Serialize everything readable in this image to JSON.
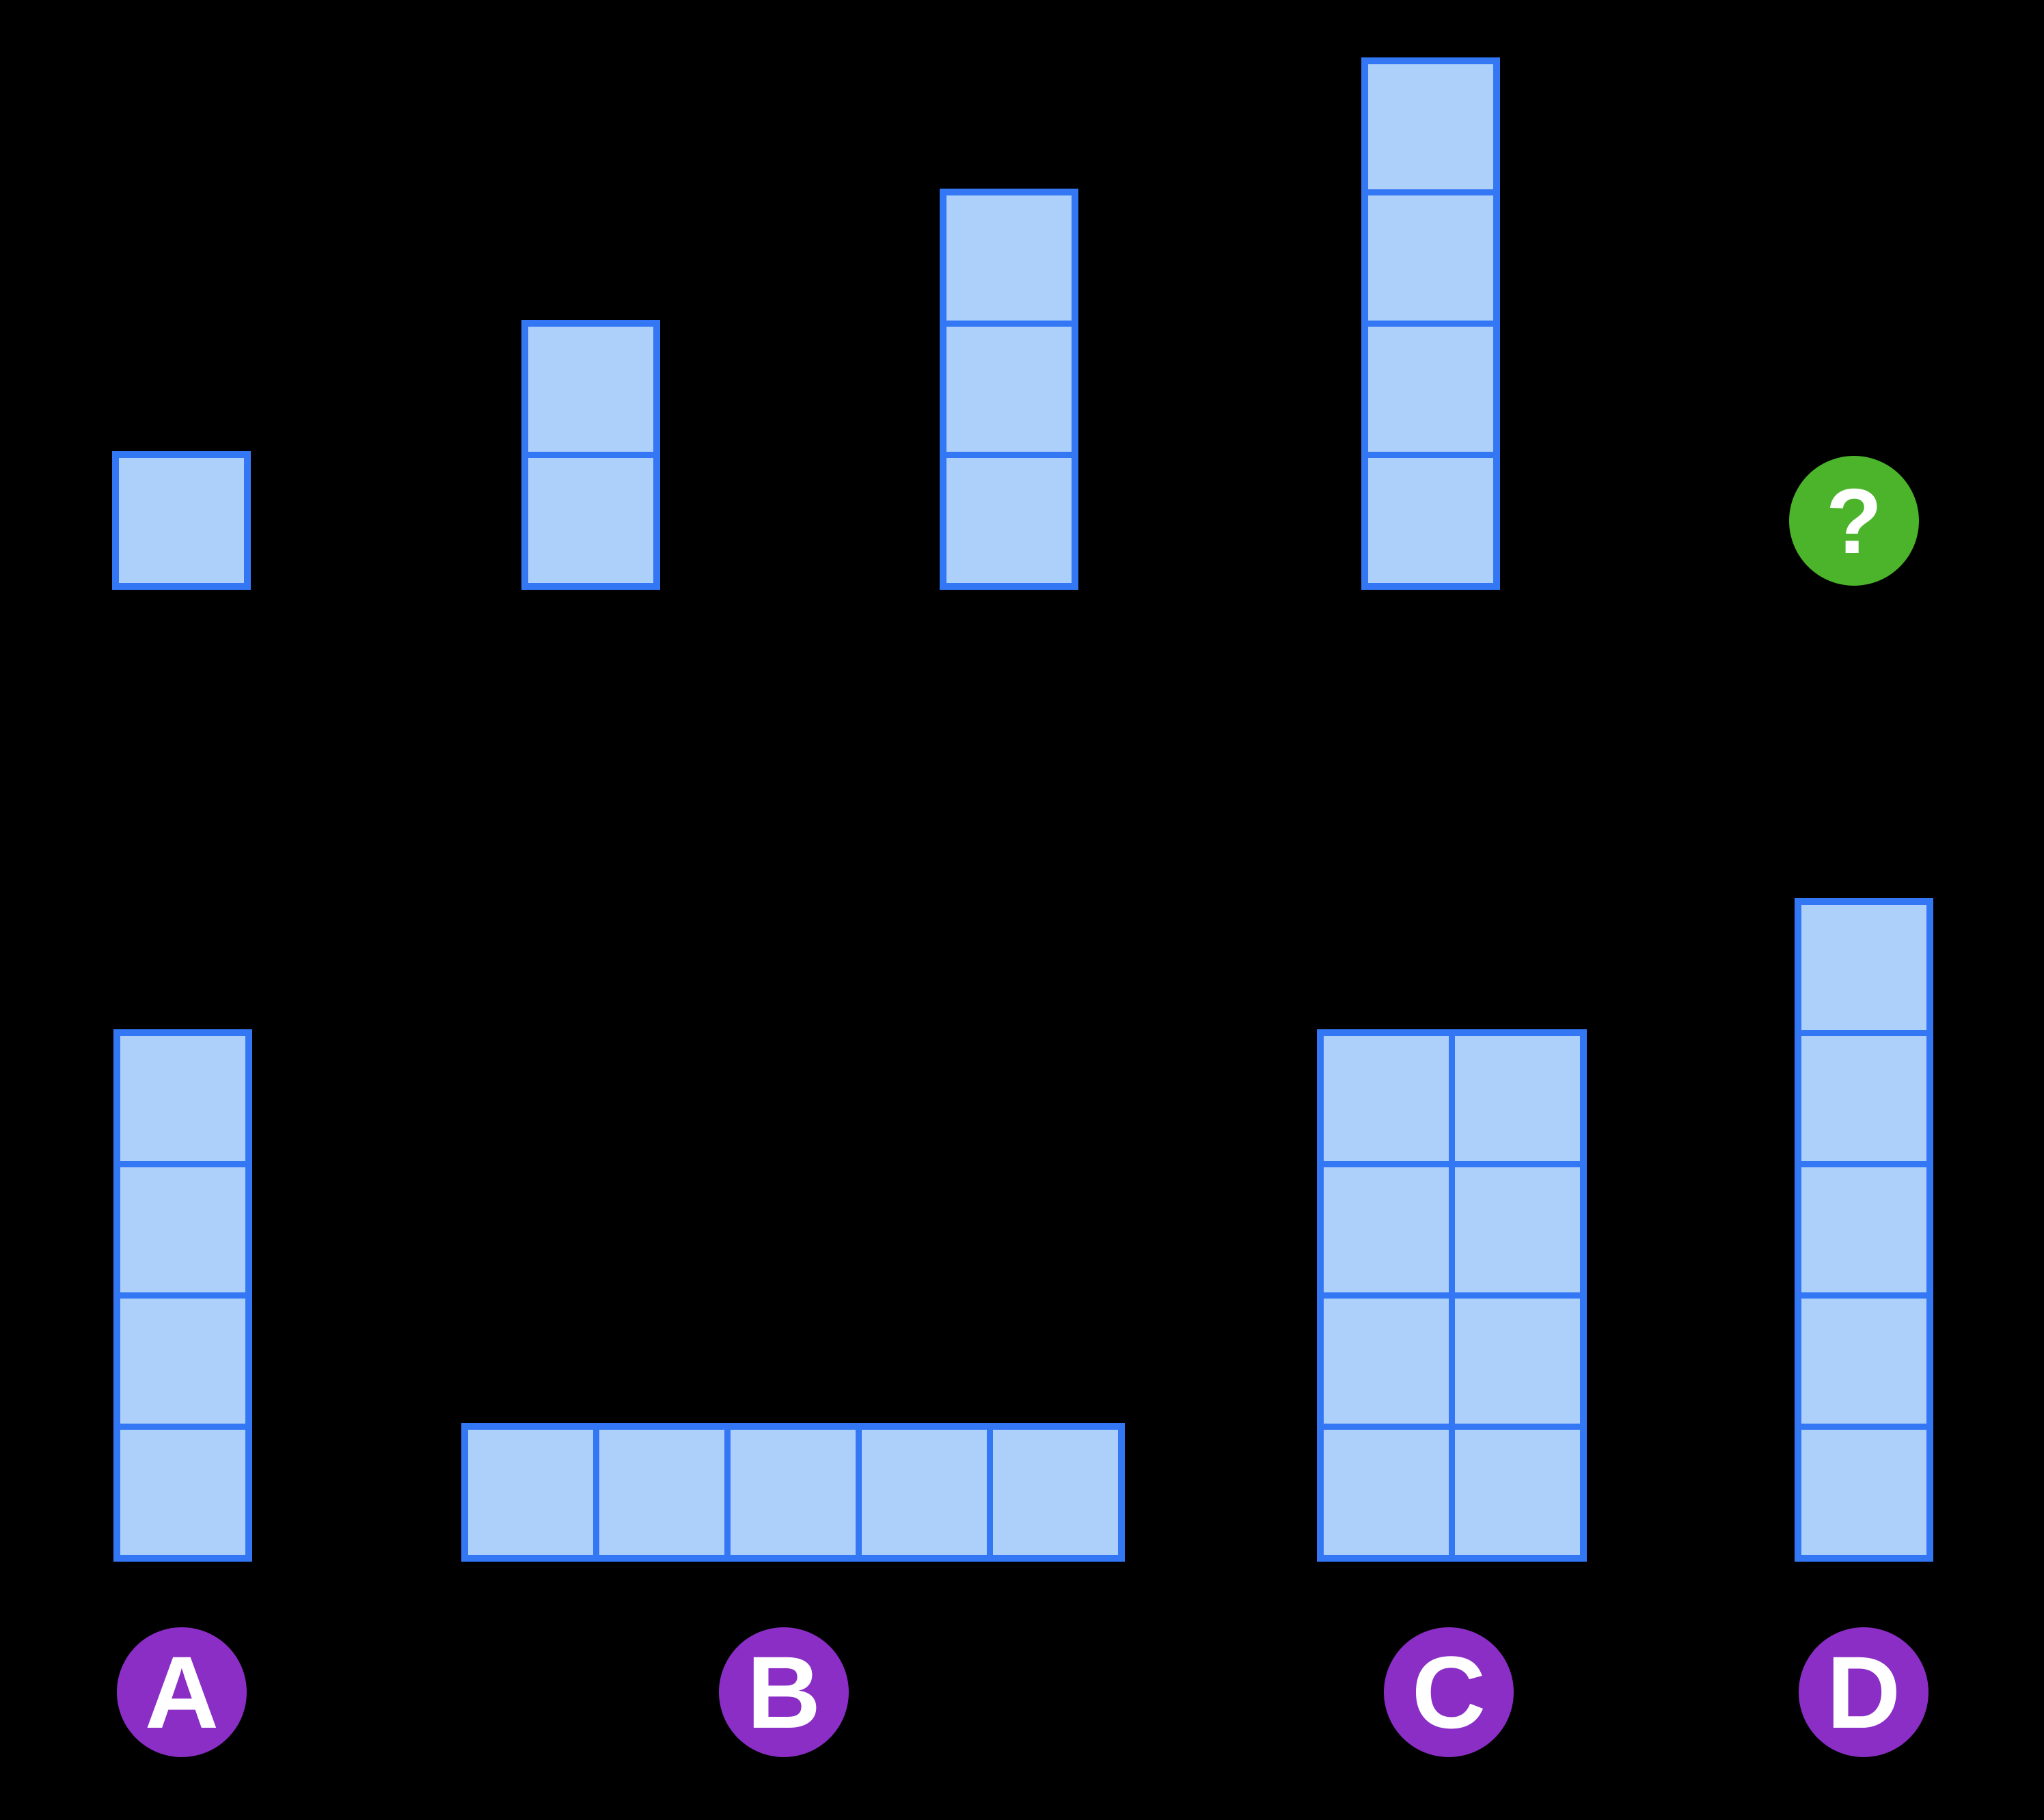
{
  "puzzle": {
    "description_visible_text": "",
    "sequence": {
      "items": [
        {
          "id": "tower-1",
          "blocks": 1,
          "rows": 1,
          "cols": 1
        },
        {
          "id": "tower-2",
          "blocks": 2,
          "rows": 2,
          "cols": 1
        },
        {
          "id": "tower-3",
          "blocks": 3,
          "rows": 3,
          "cols": 1
        },
        {
          "id": "tower-4",
          "blocks": 4,
          "rows": 4,
          "cols": 1
        }
      ],
      "unknown": {
        "symbol": "?"
      }
    },
    "options": [
      {
        "label": "A",
        "blocks": 4,
        "rows": 4,
        "cols": 1
      },
      {
        "label": "B",
        "blocks": 5,
        "rows": 1,
        "cols": 5
      },
      {
        "label": "C",
        "blocks": 8,
        "rows": 4,
        "cols": 2
      },
      {
        "label": "D",
        "blocks": 5,
        "rows": 5,
        "cols": 1
      }
    ]
  },
  "colors": {
    "background": "#000000",
    "block_fill": "#ADD0FB",
    "block_border": "#3377F5",
    "question_green": "#4CB42B",
    "badge_purple": "#8A2EC6",
    "text_white": "#FFFFFF"
  }
}
